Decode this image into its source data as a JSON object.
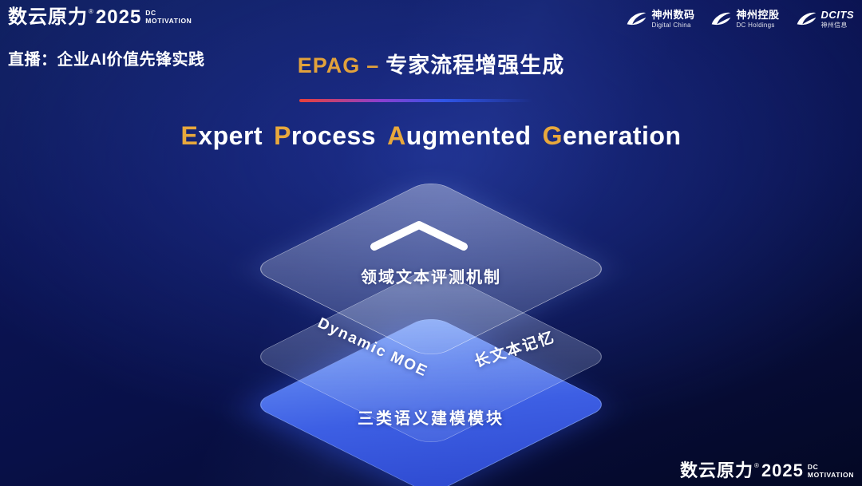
{
  "colors": {
    "accent_gold": "#e2a23b",
    "layer_blue": "#3d5fe4",
    "divider_red": "#e8403a",
    "divider_blue": "#2f55e8",
    "background_navy": "#0b1454"
  },
  "brand": {
    "name": "数云原力",
    "reg": "®",
    "year": "2025",
    "dc": "DC",
    "motivation": "MOTIVATION"
  },
  "header": {
    "live_label": "直播：企业AI价值先锋实践",
    "title_en": "EPAG",
    "title_dash": "–",
    "title_zh": "专家流程增强生成",
    "partners": [
      {
        "line1": "神州数码",
        "line2": "Digital China"
      },
      {
        "line1": "神州控股",
        "line2": "DC Holdings"
      },
      {
        "line1": "DCITS",
        "line2": "神州信息"
      }
    ]
  },
  "subtitle": {
    "words": [
      {
        "initial": "E",
        "rest": "xpert"
      },
      {
        "initial": "P",
        "rest": "rocess"
      },
      {
        "initial": "A",
        "rest": "ugmented"
      },
      {
        "initial": "G",
        "rest": "eneration"
      }
    ]
  },
  "diagram": {
    "top_label": "领域文本评测机制",
    "mid_left_label": "Dynamic MOE",
    "mid_right_label": "长文本记忆",
    "bottom_label": "三类语义建模模块"
  }
}
